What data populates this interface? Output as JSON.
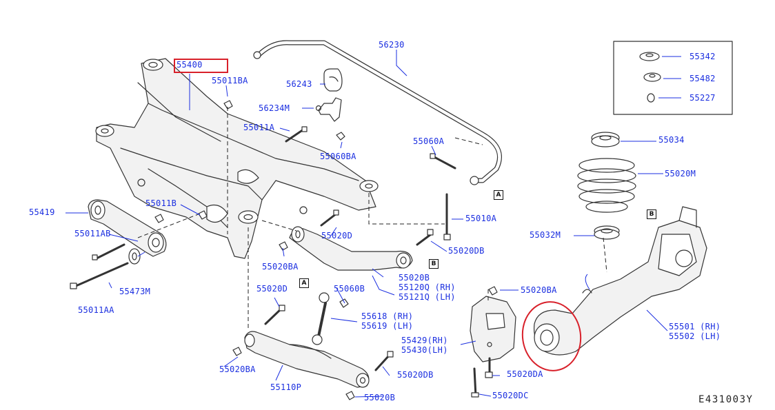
{
  "reference_code": "E431003Y",
  "colors": {
    "label": "#1a2ee0",
    "line": "#333333",
    "highlight": "#d8202a",
    "part_fill": "#f2f2f2"
  },
  "labels": {
    "p56230": "56230",
    "p55400": "55400",
    "p55011BA": "55011BA",
    "p56243": "56243",
    "p56234M": "56234M",
    "p55011A": "55011A",
    "p55060BA": "55060BA",
    "p55060A": "55060A",
    "p55342": "55342",
    "p55482": "55482",
    "p55227": "55227",
    "p55034": "55034",
    "p55020M": "55020M",
    "p55419": "55419",
    "p55011B": "55011B",
    "p55011AB": "55011AB",
    "p55473M": "55473M",
    "p55011AA": "55011AA",
    "p55010A": "55010A",
    "p55020D_1": "55020D",
    "p55020DB_1": "55020DB",
    "p55032M": "55032M",
    "p55020BA_1": "55020BA",
    "p55060B": "55060B",
    "p55020B_1": "55020B",
    "p55120Q": "55120Q (RH)",
    "p55121Q": "55121Q (LH)",
    "p55020D_2": "55020D",
    "p55618": "55618 (RH)",
    "p55619": "55619 (LH)",
    "p55020BA_2": "55020BA",
    "p55501": "55501 (RH)",
    "p55502": "55502 (LH)",
    "p55429": "55429(RH)",
    "p55430": "55430(LH)",
    "p55020BA_3": "55020BA",
    "p55020DB_2": "55020DB",
    "p55020DA": "55020DA",
    "p55110P": "55110P",
    "p55020B_2": "55020B",
    "p55020DC": "55020DC"
  },
  "connectors": {
    "a1": "A",
    "a2": "A",
    "b1": "B",
    "b2": "B"
  }
}
